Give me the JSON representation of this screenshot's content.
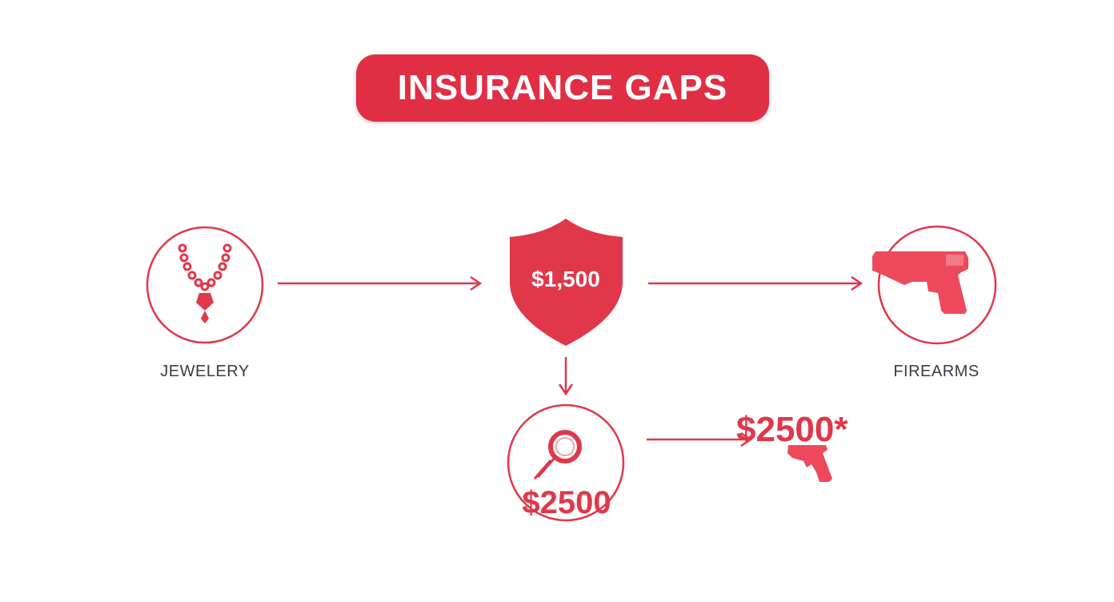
{
  "title": "INSURANCE GAPS",
  "nodes": {
    "jewelery": {
      "label": "JEWELERY",
      "icon": "necklace-icon"
    },
    "limit": {
      "value": "$1,500",
      "icon": "shield-icon"
    },
    "firearms": {
      "label": "FIREARMS",
      "icon": "handgun-icon"
    },
    "appraisal": {
      "value": "$2500",
      "icon": "magnifying-glass-icon"
    },
    "firearm_limit": {
      "value": "$2500*",
      "icon": "handgun-icon"
    }
  },
  "colors": {
    "accent": "#e02f44",
    "text": "#3b3b44",
    "background": "#ffffff"
  }
}
